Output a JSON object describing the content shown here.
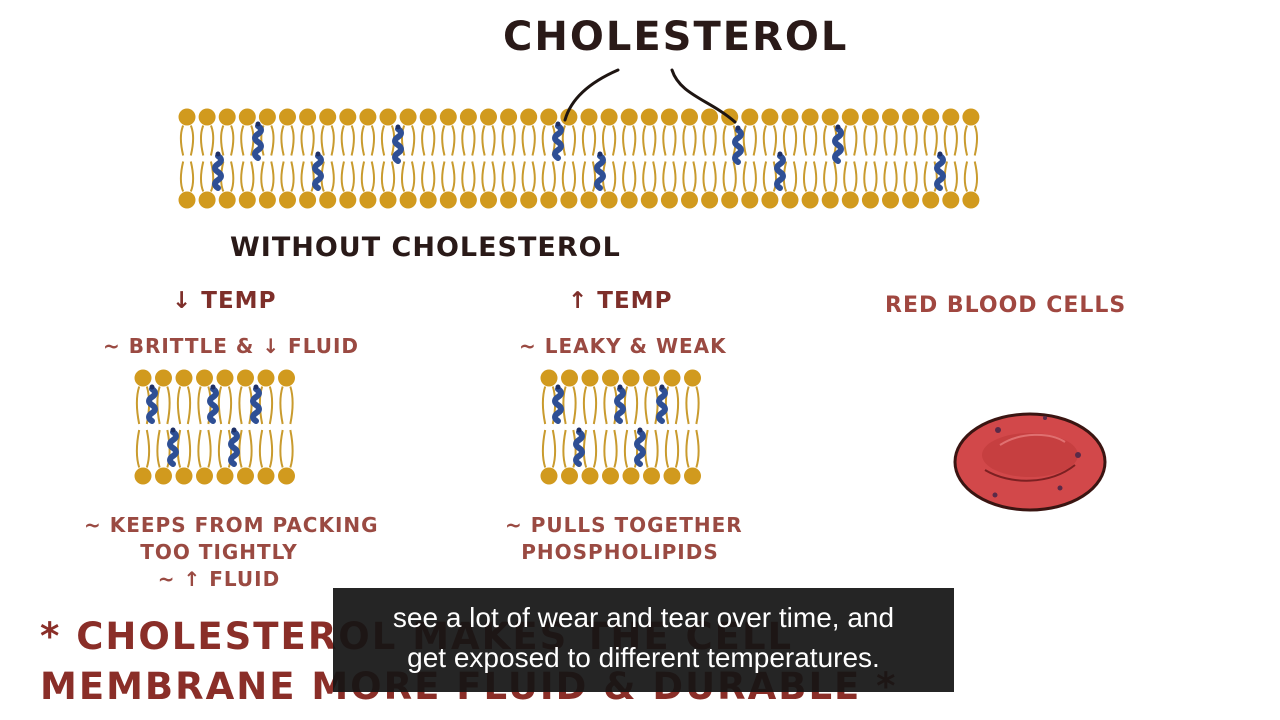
{
  "title": "CHOLESTEROL",
  "without_heading": "WITHOUT CHOLESTEROL",
  "columns": [
    {
      "temp": "↓ TEMP",
      "condition": "~ BRITTLE & ↓ FLUID",
      "effect_lines": [
        "~ KEEPS FROM PACKING",
        "TOO TIGHTLY",
        "~ ↑ FLUID"
      ]
    },
    {
      "temp": "↑ TEMP",
      "condition": "~ LEAKY & WEAK",
      "effect_lines": [
        "~ PULLS TOGETHER",
        "PHOSPHOLIPIDS"
      ]
    }
  ],
  "rbc_label": "RED BLOOD CELLS",
  "summary_lines": [
    "* CHOLESTEROL MAKES THE CELL",
    "MEMBRANE MORE FLUID & DURABLE *"
  ],
  "caption_lines": [
    "see a lot of wear and tear over time, and",
    "get exposed to different temperatures."
  ],
  "colors": {
    "phospholipid_head": "#d19a1e",
    "phospholipid_tail": "#c99b2e",
    "cholesterol": "#2e4f95",
    "red_blood_cell": "#d2484a",
    "caption_bg": "#141414"
  }
}
